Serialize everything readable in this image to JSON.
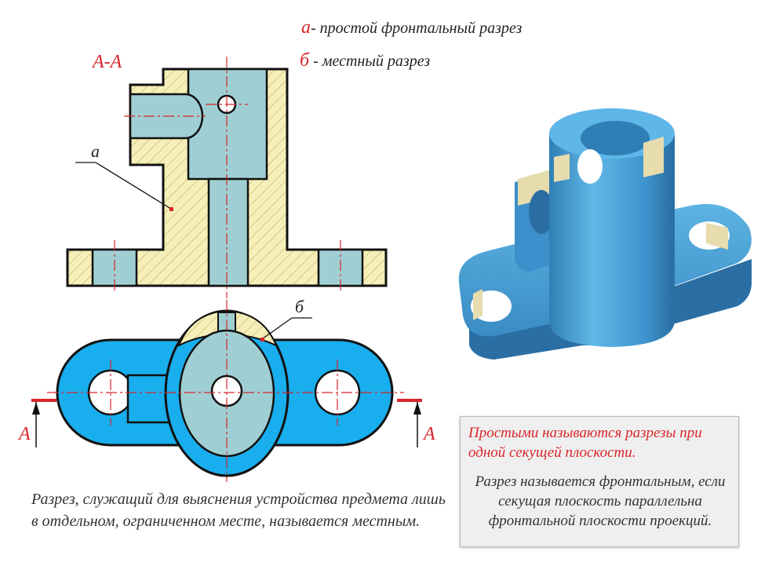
{
  "legend": {
    "a_letter": "а",
    "a_text": "- простой фронтальный разрез",
    "b_letter": "б",
    "b_text": " - местный разрез"
  },
  "section_label": "А-А",
  "callout_a": "а",
  "callout_b": "б",
  "arrow_left_label": "А",
  "arrow_right_label": "А",
  "caption_local": "Разрез, служащий для выяснения устройства предмета лишь в отдельном, ограниченном месте, называется местным.",
  "info_box": {
    "definition_simple": "Простыми называются разрезы при одной секущей плоскости.",
    "definition_frontal": "Разрез называется фронтальным, если секущая плоскость параллельна фронтальной плоскости проекций."
  },
  "colors": {
    "hatch_fill": "#f6efb9",
    "hatch_line": "#c9b96a",
    "steel_blue": "#9fcfd3",
    "cyan_fill": "#19aeee",
    "outline": "#111111",
    "axis_red": "#d8262b",
    "model_blue": "#4aa4d8"
  }
}
